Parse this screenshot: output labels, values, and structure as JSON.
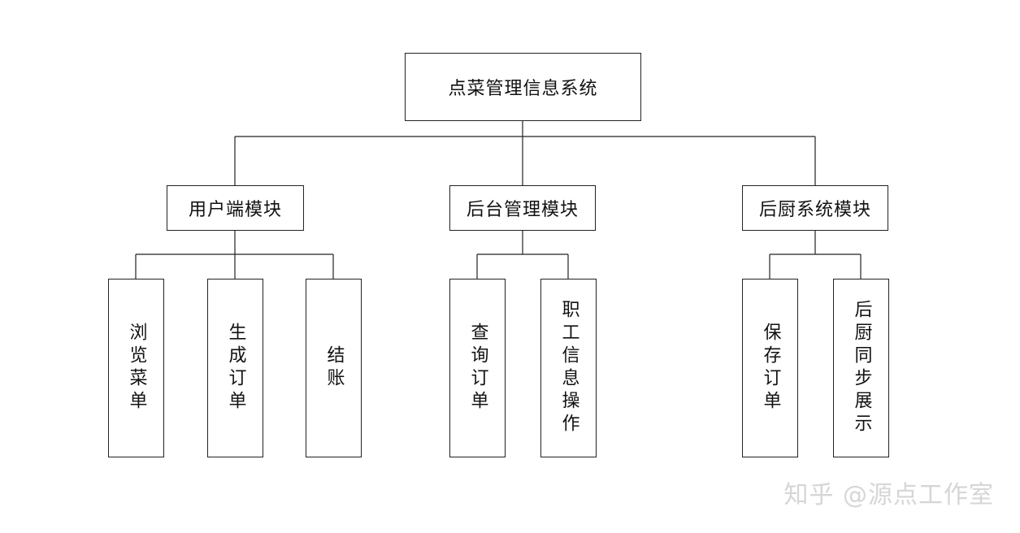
{
  "root": {
    "label": "点菜管理信息系统"
  },
  "modules": [
    {
      "label": "用户端模块",
      "children": [
        "浏览菜单",
        "生成订单",
        "结账"
      ]
    },
    {
      "label": "后台管理模块",
      "children": [
        "查询订单",
        "职工信息操作"
      ]
    },
    {
      "label": "后厨系统模块",
      "children": [
        "保存订单",
        "后厨同步展示"
      ]
    }
  ],
  "watermark": "知乎 @源点工作室",
  "colors": {
    "line": "#222222",
    "watermark": "#d6d6d6"
  }
}
